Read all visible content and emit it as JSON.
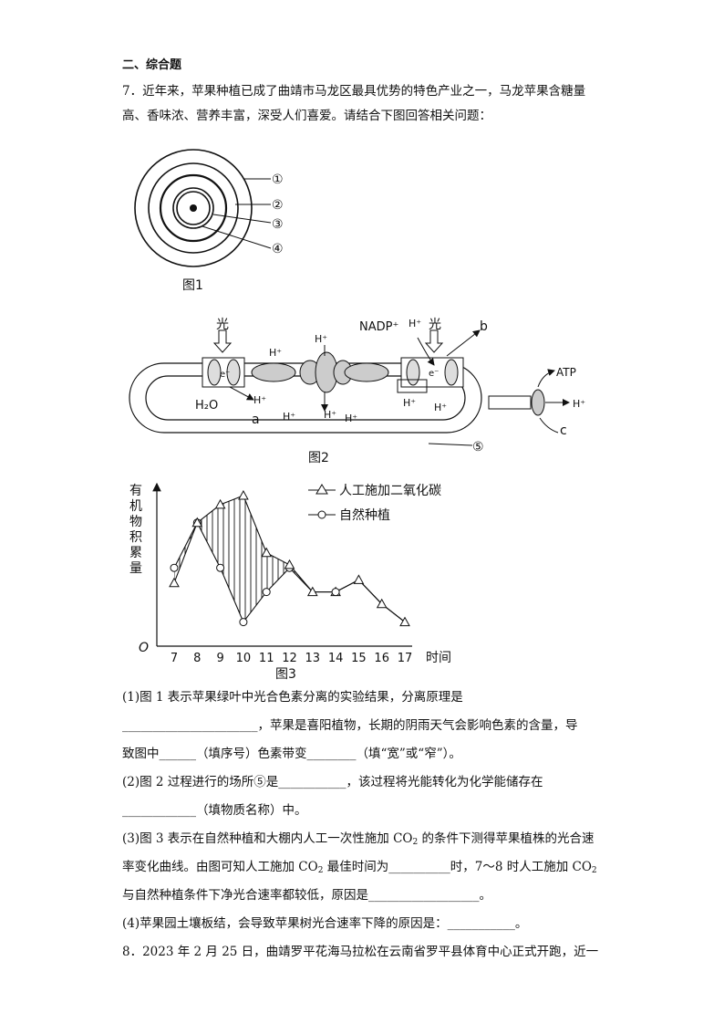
{
  "section_heading": "二、综合题",
  "q7": {
    "line1": "7．近年来，苹果种植已成了曲靖市马龙区最具优势的特色产业之一，马龙苹果含糖量",
    "line2": "高、香味浓、营养丰富，深受人们喜爱。请结合下图回答相关问题："
  },
  "fig1": {
    "caption": "图1",
    "labels": [
      "①",
      "②",
      "③",
      "④"
    ]
  },
  "fig2": {
    "caption": "图2",
    "light": "光",
    "light2": "光",
    "nadp": "NADP⁺",
    "hplus": "H⁺",
    "h2o": "H₂O",
    "e": "e⁻",
    "a": "a",
    "b": "b",
    "c": "c",
    "atp": "ATP",
    "circle5": "⑤"
  },
  "fig3": {
    "caption": "图3",
    "ylabel_chars": [
      "有",
      "机",
      "物",
      "积",
      "累",
      "量"
    ],
    "origin": "O",
    "xlabel": "时间",
    "legend_artificial": "人工施加二氧化碳",
    "legend_natural": "自然种植",
    "ticks": [
      "7",
      "8",
      "9",
      "10",
      "11",
      "12",
      "13",
      "14",
      "15",
      "16",
      "17"
    ]
  },
  "chart_data": {
    "type": "line",
    "x": [
      7,
      8,
      9,
      10,
      11,
      12,
      13,
      14,
      15,
      16,
      17
    ],
    "xlabel": "时间",
    "ylabel": "有机物积累量",
    "series": [
      {
        "name": "人工施加二氧化碳",
        "marker": "triangle",
        "values": [
          2.1,
          4.1,
          4.7,
          5.0,
          3.1,
          2.7,
          1.8,
          1.8,
          2.2,
          1.4,
          0.8
        ]
      },
      {
        "name": "自然种植",
        "marker": "circle",
        "values": [
          2.6,
          4.1,
          2.6,
          0.8,
          1.8,
          2.6,
          1.8,
          1.8,
          2.2,
          1.4,
          0.8
        ]
      }
    ]
  },
  "questions": {
    "q1_a": "(1)图 1 表示苹果绿叶中光合色素分离的实验结果，分离原理是",
    "q1_b": "______________________，苹果是喜阳植物，长期的阴雨天气会影响色素的含量，导",
    "q1_c": "致图中______（填序号）色素带变________（填“宽”或“窄”）。",
    "q2_a": "(2)图 2 过程进行的场所⑤是___________，该过程将光能转化为化学能储存在",
    "q2_b": "____________（填物质名称）中。",
    "q3_a_pre": "(3)图 3 表示在自然种植和大棚内人工一次性施加 CO",
    "q3_a_post": " 的条件下测得苹果植株的光合速",
    "q3_b_pre": "率变化曲线。由图可知人工施加 CO",
    "q3_b_mid": " 最佳时间为__________时，7～8 时人工施加 CO",
    "q3_c": "与自然种植条件下净光合速率都较低，原因是__________________。",
    "q4": "(4)苹果园土壤板结，会导致苹果树光合速率下降的原因是：___________。",
    "q8": "8．2023 年 2 月 25 日，曲靖罗平花海马拉松在云南省罗平县体育中心正式开跑，近一",
    "sub2": "2"
  }
}
